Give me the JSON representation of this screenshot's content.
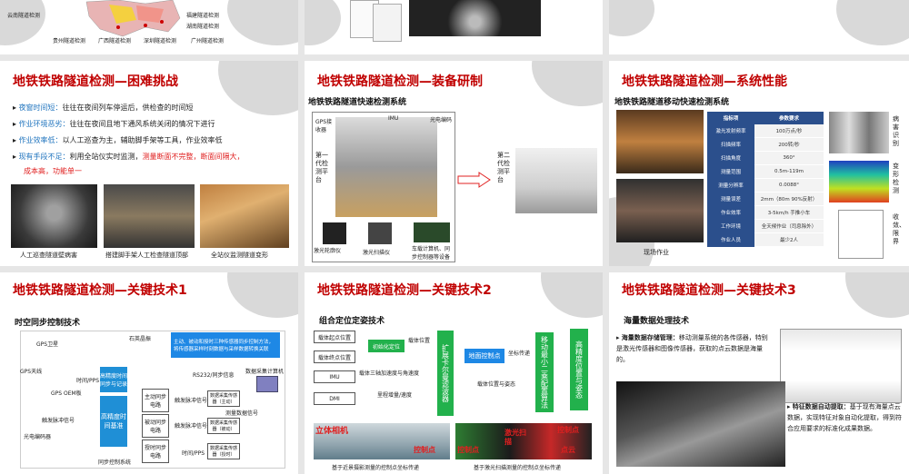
{
  "top_row": {
    "map_labels": [
      "云南隧道检测",
      "贵州隧道检测",
      "广西隧道检测",
      "深圳隧道检测",
      "广州隧道检测",
      "福建隧道检测",
      "湖南隧道检测"
    ]
  },
  "slide1": {
    "title": "地铁铁路隧道检测—困难挑战",
    "bullets": [
      {
        "k": "夜窗时间短：",
        "t": "往往在夜间列车停运后，供检查的时间短"
      },
      {
        "k": "作业环境恶劣：",
        "t": "往往在夜间且地下通风系统关闭的情况下进行"
      },
      {
        "k": "作业效率低：",
        "t": "以人工巡查为主，辅助脚手架等工具，作业效率低"
      },
      {
        "k": "现有手段不足：",
        "t": "利用全站仪实时监测，",
        "r": "测量断面不完整，断面间隔大，"
      },
      {
        "r": "成本高，功能单一"
      }
    ],
    "captions": [
      "人工巡查隧道壁病害",
      "搭建脚手架人工检查隧道顶部",
      "全站仪监测隧道变形"
    ]
  },
  "slide2": {
    "title": "地铁铁路隧道检测—装备研制",
    "subtitle": "地铁铁路隧道快速检测系统",
    "labels": {
      "gps": "GPS接收器",
      "imu": "IMU",
      "encoder": "光电编码",
      "gen1": "第一代检测平台",
      "gen2": "第二代检测平台",
      "profiler": "激光轮廓仪",
      "scanner": "激光扫描仪",
      "computer": "车载计算机、同步控制器等设备"
    }
  },
  "slide3": {
    "title": "地铁铁路隧道检测—系统性能",
    "subtitle": "地铁铁路隧道移动快速检测系统",
    "table_header": [
      "指标项",
      "参数要求"
    ],
    "table_rows": [
      [
        "激光发射频率",
        "100万点/秒"
      ],
      [
        "扫描频率",
        "200转/秒"
      ],
      [
        "扫描角度",
        "360°"
      ],
      [
        "测量范围",
        "0.5m-119m"
      ],
      [
        "测量分辨率",
        "0.0088°"
      ],
      [
        "测量误差",
        "2mm（80m 90%反射）"
      ],
      [
        "作业效率",
        "3-5km/h 手推小车"
      ],
      [
        "工作环境",
        "全天候作业（司息除外）"
      ],
      [
        "作业人员",
        "最少2人"
      ]
    ],
    "caption": "现场作业",
    "side_labels": [
      "病害识别",
      "变形检测",
      "收敛、限界"
    ]
  },
  "slide4": {
    "title": "地铁铁路隧道检测—关键技术1",
    "subtitle": "时空同步控制技术",
    "callout": "主动、被动和授时三种传感器同步控制方法，将传感器采样时刻数据与采样数据转换关联",
    "labels": {
      "gps_sat": "GPS卫星",
      "gps_ant": "GPS天线",
      "gps_oem": "GPS OEM板",
      "crystal": "石英晶振",
      "center": "高精度时间基准",
      "sync": "高精度时间同步与记录",
      "active": "主动同步电路",
      "passive": "被动同步电路",
      "timing": "授时同步电路",
      "encoder": "光电编码器",
      "trigger": "触发脉冲信号",
      "rs232": "RS232/同步信息",
      "pc": "数据采集计算机",
      "bottom": "同步控制系统",
      "dev1": "数据采集传感器（主动）",
      "dev2": "数据采集传感器（被动）",
      "dev3": "数据采集传感器（授时）",
      "meas": "测量数据信号",
      "trig_out": "触发脉冲信号",
      "pps": "时间/PPS"
    }
  },
  "slide5": {
    "title": "地铁铁路隧道检测—关键技术2",
    "subtitle": "组合定位定姿技术",
    "inputs": [
      "载体起点位置",
      "载体终点位置",
      "IMU",
      "DMI"
    ],
    "mid": [
      "初始化定位",
      "地面控制点"
    ],
    "kalman": "扩展卡尔曼滤波器",
    "smooth": "移动最小二乘配置算法",
    "output": "高精度位置与姿态",
    "flow_labels": [
      "载体位置",
      "坐标传递",
      "载体三轴加速度与角速度",
      "载体位置与姿态",
      "里程增量/速度"
    ],
    "photo_labels": [
      "立体相机",
      "控制点",
      "控制点",
      "激光扫描",
      "控制点",
      "点云"
    ],
    "captions": [
      "基于近景摄影测量的控制点坐标传递",
      "基于激光扫描测量的控制点坐标传递"
    ]
  },
  "slide6": {
    "title": "地铁铁路隧道检测—关键技术3",
    "subtitle": "海量数据处理技术",
    "p1_k": "海量数据存储管理：",
    "p1": "移动测量系统的各传感器，特别是激光传感器和图像传感器，获取的点云数据是海量的。",
    "p2_k": "特征数据自动提取：",
    "p2": "基于现有海量点云数据，实现特征对象自动化提取，得到符合应用要求的标准化成果数据。"
  }
}
